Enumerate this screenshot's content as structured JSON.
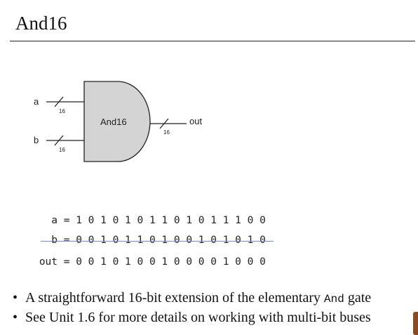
{
  "title": "And16",
  "diagram": {
    "gate_label": "And16",
    "input_a": "a",
    "input_b": "b",
    "output": "out",
    "bus_width": "16"
  },
  "truth": {
    "a_label": "a =",
    "a_bits": "1 0 1 0 1 0 1 1 0 1 0 1 1 1 0 0",
    "b_label": "b =",
    "b_bits": "0 0 1 0 1 1 0 1 0 0 1 0 1 0 1 0",
    "out_label": "out =",
    "out_bits": "0 0 1 0 1 0 0 1 0 0 0 0 1 0 0 0"
  },
  "bullets": {
    "b1_pre": "A straightforward 16-bit extension of the elementary ",
    "b1_code": "And",
    "b1_post": " gate",
    "b2": "See Unit 1.6 for more details on working with multi-bit buses"
  },
  "colors": {
    "gate_fill": "#d4d4d4",
    "underline": "#6a8fe0"
  }
}
